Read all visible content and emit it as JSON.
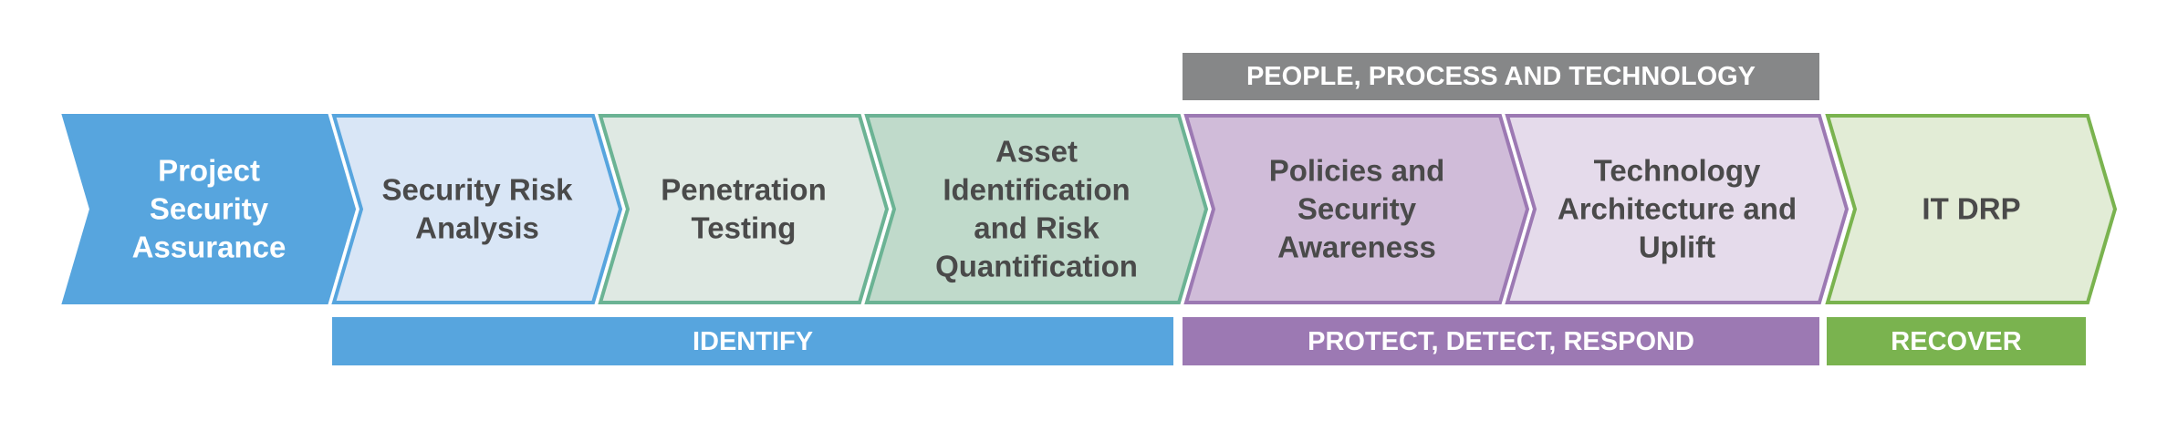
{
  "top_band": {
    "label": "PEOPLE, PROCESS AND TECHNOLOGY",
    "color": "#868788"
  },
  "steps": [
    {
      "lines": [
        "Project",
        "Security",
        "Assurance"
      ],
      "fill": "#57a5de",
      "stroke": "#57a5de",
      "text_color": "#ffffff"
    },
    {
      "lines": [
        "Security Risk",
        "Analysis"
      ],
      "fill": "#d9e6f6",
      "stroke": "#57a5de",
      "text_color": "#4a4a4a"
    },
    {
      "lines": [
        "Penetration",
        "Testing"
      ],
      "fill": "#dfe9e3",
      "stroke": "#6bb394",
      "text_color": "#4a4a4a"
    },
    {
      "lines": [
        "Asset",
        "Identification",
        "and Risk",
        "Quantification"
      ],
      "fill": "#c0dacb",
      "stroke": "#6bb394",
      "text_color": "#4a4a4a"
    },
    {
      "lines": [
        "Policies and",
        "Security",
        "Awareness"
      ],
      "fill": "#d0bcd9",
      "stroke": "#9c79b3",
      "text_color": "#4a4a4a"
    },
    {
      "lines": [
        "Technology",
        "Architecture and",
        "Uplift"
      ],
      "fill": "#e5dbeb",
      "stroke": "#9c79b3",
      "text_color": "#4a4a4a"
    },
    {
      "lines": [
        "IT DRP"
      ],
      "fill": "#e2ecd6",
      "stroke": "#7ab34f",
      "text_color": "#4a4a4a"
    }
  ],
  "bottom_bands": [
    {
      "label": "IDENTIFY",
      "color": "#57a5de"
    },
    {
      "label": "PROTECT, DETECT, RESPOND",
      "color": "#9c79b3"
    },
    {
      "label": "RECOVER",
      "color": "#7ab34f"
    }
  ]
}
